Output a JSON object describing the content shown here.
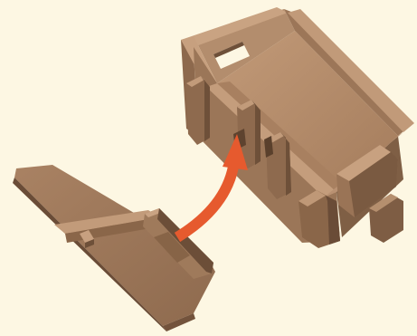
{
  "diagram": {
    "background_color": "#fdf7e3",
    "wood_colors": {
      "light": "#b08868",
      "mid": "#9a7456",
      "dark": "#7e5d44",
      "shadow": "#6a4c37"
    },
    "arrow_color": "#e65a2e",
    "parts": [
      {
        "name": "wooden-box"
      },
      {
        "name": "lid-panel"
      },
      {
        "name": "assembly-arrow"
      }
    ]
  }
}
